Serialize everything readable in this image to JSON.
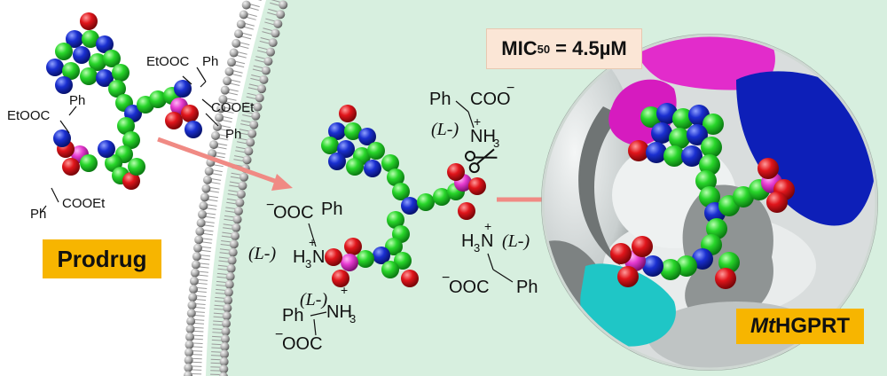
{
  "labels": {
    "prodrug": "Prodrug",
    "enzyme_italic": "Mt",
    "enzyme_rest": "HGPRT",
    "mic_prefix": "MIC",
    "mic_sub": "50",
    "mic_value": " = 4.5µM"
  },
  "prodrug_groups": {
    "etooc_top": "EtOOC",
    "ph_top": "Ph",
    "cooet_right": "COOEt",
    "ph_right": "Ph",
    "ph_left": "Ph",
    "etooc_left": "EtOOC",
    "cooet_bottom": "COOEt",
    "ph_bottom": "Ph"
  },
  "released_aa": {
    "ph": "Ph",
    "coo": "COO",
    "minus": "−",
    "l_form": "(L-)",
    "nh3": "NH",
    "sub3": "3",
    "plus": "+",
    "ooc": "OOC",
    "h3n": "H",
    "n": "N"
  },
  "colors": {
    "carbon": "#28d62a",
    "nitrogen": "#1a2fd0",
    "oxygen": "#e0151b",
    "phosphorus": "#e63ad0",
    "label_bg": "#f7b500",
    "arrow": "#f08a84",
    "cytoplasm": "#d7efdf",
    "membrane_head": "#a8a8a8"
  },
  "icons": [
    "scissors-icon",
    "arrow-right-icon"
  ]
}
